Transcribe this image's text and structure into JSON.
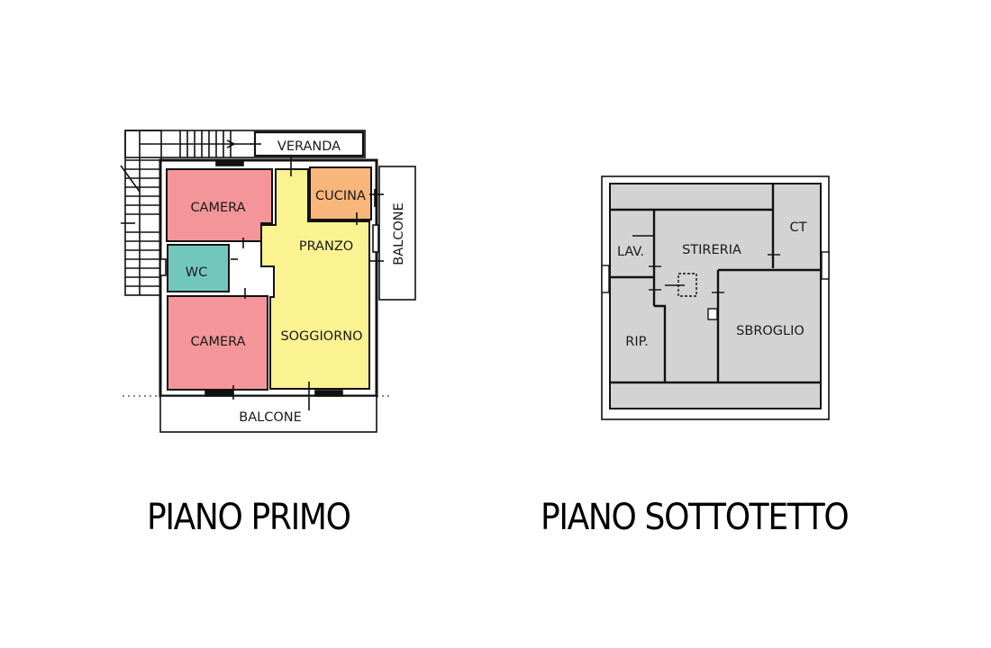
{
  "colors": {
    "camera": "#f4959a",
    "wc": "#72c7bd",
    "cucina": "#f8b67a",
    "living": "#fbf392",
    "attic": "#d3d3d3",
    "wall": "#111111"
  },
  "piano_primo": {
    "title": "PIANO PRIMO",
    "rooms": {
      "veranda": "VERANDA",
      "camera_top": "CAMERA",
      "cucina": "CUCINA",
      "pranzo": "PRANZO",
      "wc": "WC",
      "camera_bottom": "CAMERA",
      "soggiorno": "SOGGIORNO",
      "balcone_right": "BALCONE",
      "balcone_bottom": "BALCONE"
    }
  },
  "piano_sottotetto": {
    "title": "PIANO SOTTOTETTO",
    "rooms": {
      "lav": "LAV.",
      "stireria": "STIRERIA",
      "ct": "CT",
      "rip": "RIP.",
      "sbroglio": "SBROGLIO"
    }
  }
}
